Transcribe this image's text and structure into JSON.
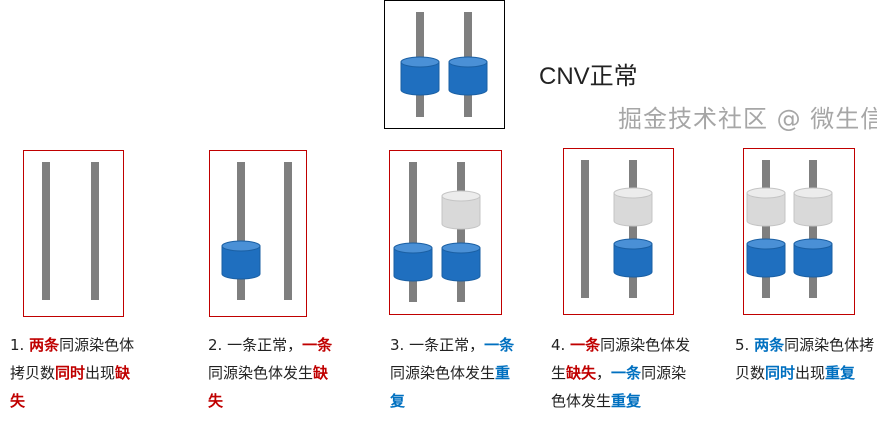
{
  "title": "CNV正常",
  "colors": {
    "rod": "#7f7f7f",
    "normal_cylinder": "#1f6fbf",
    "ghost_cylinder": "#d9d9d9",
    "box_border_top": "#000000",
    "box_border": "#c00000",
    "red": "#c00000",
    "blue": "#0070c0"
  },
  "panels": [
    {
      "id": "normal",
      "cylinders": [
        [
          "blue"
        ],
        [
          "blue"
        ]
      ]
    },
    {
      "id": "1",
      "cylinders": [
        [],
        []
      ]
    },
    {
      "id": "2",
      "cylinders": [
        [
          "blue"
        ],
        []
      ]
    },
    {
      "id": "3",
      "cylinders": [
        [
          "blue"
        ],
        [
          "blue",
          "gray"
        ]
      ]
    },
    {
      "id": "4",
      "cylinders": [
        [],
        [
          "blue",
          "gray"
        ]
      ]
    },
    {
      "id": "5",
      "cylinders": [
        [
          "blue",
          "gray"
        ],
        [
          "blue",
          "gray"
        ]
      ]
    }
  ],
  "captions": [
    [
      {
        "t": "1. "
      },
      {
        "t": "两条",
        "c": "red",
        "b": true
      },
      {
        "t": "同源染色体拷贝数"
      },
      {
        "t": "同时",
        "c": "red",
        "b": true
      },
      {
        "t": "出现"
      },
      {
        "t": "缺失",
        "c": "red",
        "b": true
      }
    ],
    [
      {
        "t": "2. 一条正常，"
      },
      {
        "t": "一条",
        "c": "red",
        "b": true
      },
      {
        "t": "同源染色体发生"
      },
      {
        "t": "缺失",
        "c": "red",
        "b": true
      }
    ],
    [
      {
        "t": "3. 一条正常，"
      },
      {
        "t": "一条",
        "c": "blue",
        "b": true
      },
      {
        "t": "同源染色体发生"
      },
      {
        "t": "重复",
        "c": "blue",
        "b": true
      }
    ],
    [
      {
        "t": "4. "
      },
      {
        "t": "一条",
        "c": "red",
        "b": true
      },
      {
        "t": "同源染色体发生"
      },
      {
        "t": "缺失",
        "c": "red",
        "b": true
      },
      {
        "t": "，"
      },
      {
        "t": "一条",
        "c": "blue",
        "b": true
      },
      {
        "t": "同源染色体发生"
      },
      {
        "t": "重复",
        "c": "blue",
        "b": true
      }
    ],
    [
      {
        "t": "5. "
      },
      {
        "t": "两条",
        "c": "blue",
        "b": true
      },
      {
        "t": "同源染色体拷贝数"
      },
      {
        "t": "同时",
        "c": "blue",
        "b": true
      },
      {
        "t": "出现"
      },
      {
        "t": "重复",
        "c": "blue",
        "b": true
      }
    ]
  ],
  "watermark": "掘金技术社区 @ 微生信"
}
